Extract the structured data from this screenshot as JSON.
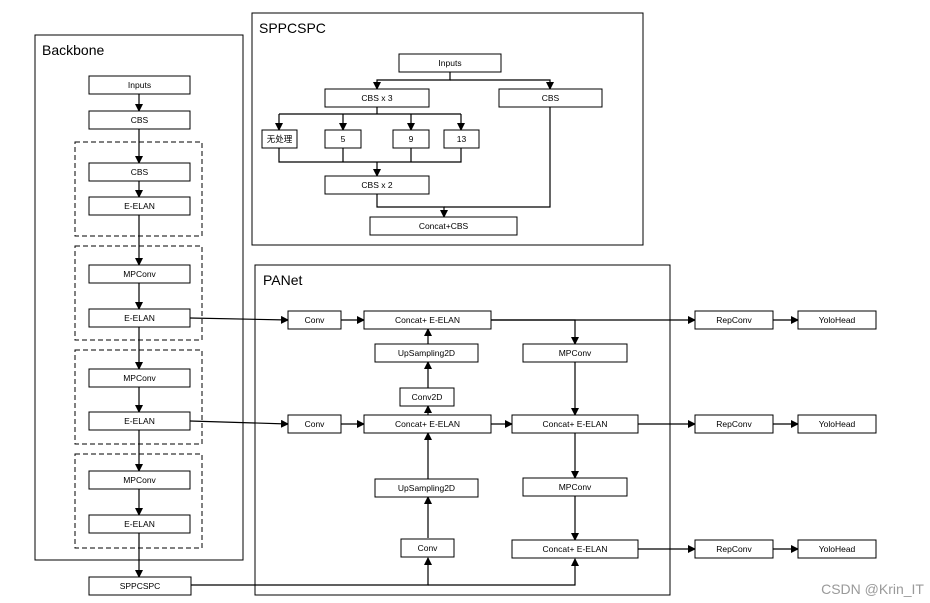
{
  "frames": {
    "backbone": "Backbone",
    "sppcspc": "SPPCSPC",
    "panet": "PANet"
  },
  "backbone": {
    "inputs": "Inputs",
    "cbs": "CBS",
    "stage1_cbs": "CBS",
    "stage1_eelan": "E-ELAN",
    "stage2_mpconv": "MPConv",
    "stage2_eelan": "E-ELAN",
    "stage3_mpconv": "MPConv",
    "stage3_eelan": "E-ELAN",
    "stage4_mpconv": "MPConv",
    "stage4_eelan": "E-ELAN",
    "sppcspc": "SPPCSPC"
  },
  "sppcspc_detail": {
    "inputs": "Inputs",
    "cbs_x3": "CBS x 3",
    "cbs": "CBS",
    "no_op": "无处理",
    "pool5": "5",
    "pool9": "9",
    "pool13": "13",
    "cbs_x2": "CBS x 2",
    "concat_cbs": "Concat+CBS"
  },
  "panet": {
    "conv_top": "Conv",
    "concat_top": "Concat+ E-ELAN",
    "upsampling_top": "UpSampling2D",
    "conv2d": "Conv2D",
    "mpconv_top": "MPConv",
    "conv_mid": "Conv",
    "concat_mid_left": "Concat+ E-ELAN",
    "concat_mid_right": "Concat+ E-ELAN",
    "upsampling_bottom": "UpSampling2D",
    "mpconv_bottom": "MPConv",
    "conv_bottom": "Conv",
    "concat_bottom": "Concat+ E-ELAN"
  },
  "heads": {
    "repconv_1": "RepConv",
    "yolohead_1": "YoloHead",
    "repconv_2": "RepConv",
    "yolohead_2": "YoloHead",
    "repconv_3": "RepConv",
    "yolohead_3": "YoloHead"
  },
  "watermark": "CSDN @Krin_IT"
}
